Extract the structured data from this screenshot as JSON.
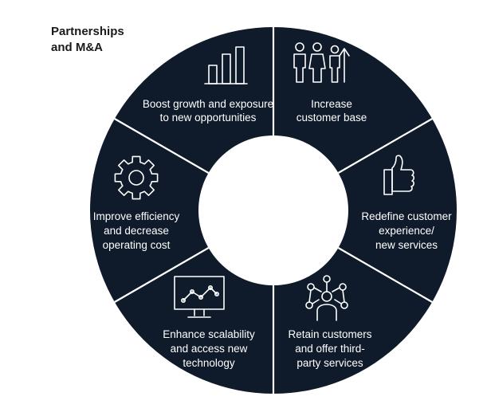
{
  "title": {
    "line1": "Partnerships",
    "line2": "and M&A"
  },
  "segments": [
    {
      "icon": "people-growth-icon",
      "lines": [
        "Increase",
        "customer base"
      ]
    },
    {
      "icon": "thumbs-up-icon",
      "lines": [
        "Redefine customer",
        "experience/",
        "new services"
      ]
    },
    {
      "icon": "network-person-icon",
      "lines": [
        "Retain customers",
        "and offer third-",
        "party services"
      ]
    },
    {
      "icon": "monitor-chart-icon",
      "lines": [
        "Enhance scalability",
        "and access new",
        "technology"
      ]
    },
    {
      "icon": "gear-icon",
      "lines": [
        "Improve efficiency",
        "and decrease",
        "operating cost"
      ]
    },
    {
      "icon": "bar-chart-icon",
      "lines": [
        "Boost growth and exposure",
        "to new opportunities"
      ]
    }
  ],
  "colors": {
    "segment_fill": "#0f1a2a",
    "divider": "#ffffff",
    "text": "#ffffff"
  }
}
